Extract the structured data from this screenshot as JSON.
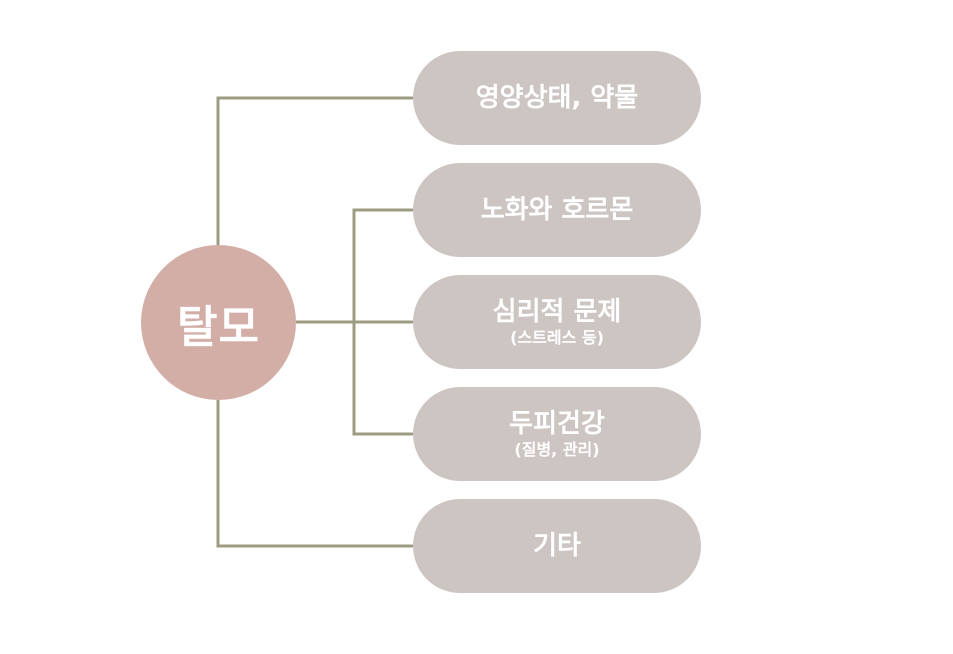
{
  "colors": {
    "connector": "#9c9c82",
    "center_fill": "#d3aea7",
    "pill_fill": "#cdc5c2",
    "text": "#ffffff"
  },
  "center": {
    "label": "탈모"
  },
  "branches": [
    {
      "label": "영양상태, 약물",
      "sub": ""
    },
    {
      "label": "노화와 호르몬",
      "sub": ""
    },
    {
      "label": "심리적 문제",
      "sub": "(스트레스 등)"
    },
    {
      "label": "두피건강",
      "sub": "(질병, 관리)"
    },
    {
      "label": "기타",
      "sub": ""
    }
  ]
}
